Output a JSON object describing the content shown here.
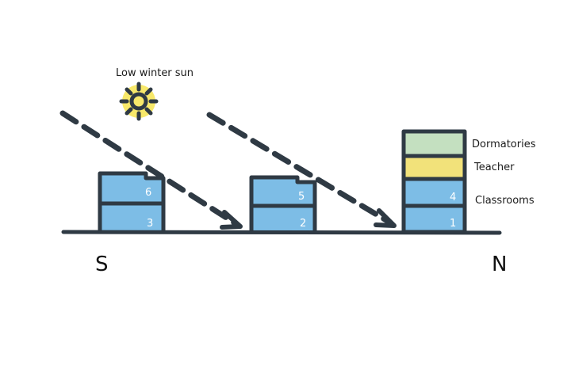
{
  "labels": {
    "sun": "Low winter sun",
    "south": "S",
    "north": "N",
    "dormatories": "Dormatories",
    "teacher": "Teacher",
    "classrooms": "Classrooms"
  },
  "buildings": [
    {
      "floors": [
        {
          "number": "3",
          "color": "#7dbde6"
        },
        {
          "number": "6",
          "color": "#7dbde6"
        }
      ]
    },
    {
      "floors": [
        {
          "number": "2",
          "color": "#7dbde6"
        },
        {
          "number": "5",
          "color": "#7dbde6"
        }
      ]
    },
    {
      "floors": [
        {
          "number": "1",
          "color": "#7dbde6"
        },
        {
          "number": "4",
          "color": "#7dbde6"
        },
        {
          "number": "",
          "color": "#f2e27a"
        },
        {
          "number": "",
          "color": "#c4e0c0"
        }
      ]
    }
  ],
  "colors": {
    "sun": "#f6e65a",
    "outline": "#2f3a44"
  }
}
